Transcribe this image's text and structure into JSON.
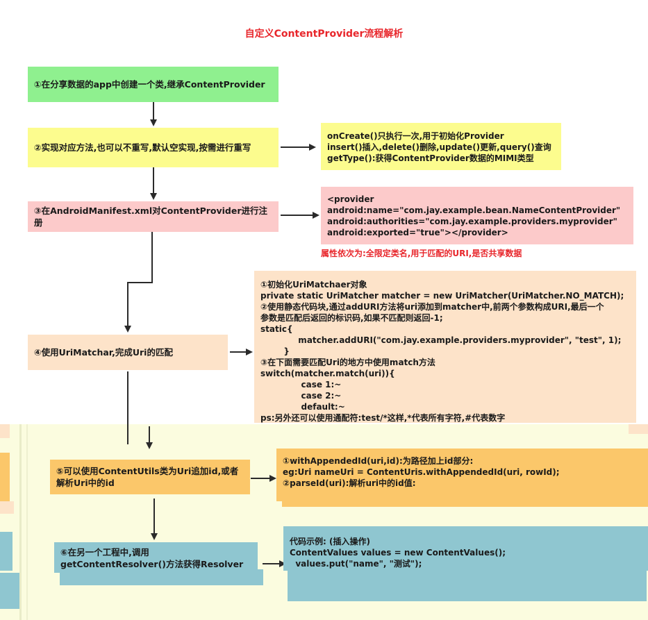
{
  "title": "自定义ContentProvider流程解析",
  "steps": [
    {
      "label": "①在分享数据的app中创建一个类,继承ContentProvider"
    },
    {
      "label": "②实现对应方法,也可以不重写,默认空实现,按需进行重写"
    },
    {
      "label": "③在AndroidManifest.xml对ContentProvider进行注册"
    },
    {
      "label": "④使用UriMatchar,完成Uri的匹配"
    },
    {
      "label": "⑤可以使用ContentUtils类为Uri追加id,或者解析Uri中的id"
    },
    {
      "label": "⑥在另一个工程中,调用getContentResolver()方法获得Resolver对象,再调用对应的操作方法,即可"
    }
  ],
  "notes": {
    "methods": "onCreate()只执行一次,用于初始化Provider\ninsert()插入,delete()删除,update()更新,query()查询\ngetType():获得ContentProvider数据的MIMI类型",
    "manifest": "<provider\nandroid:name=\"com.jay.example.bean.NameContentProvider\"\nandroid:authorities=\"com.jay.example.providers.myprovider\"\nandroid:exported=\"true\"></provider>",
    "manifest_caption": "属性依次为:全限定类名,用于匹配的URI,是否共享数据",
    "urimatcher": "①初始化UriMatchaer对象\nprivate static UriMatcher matcher = new UriMatcher(UriMatcher.NO_MATCH);\n②使用静态代码块,通过addURI方法将uri添加到matcher中,前两个参数构成URI,最后一个\n参数是匹配后返回的标识码,如果不匹配则返回-1;\nstatic{\n             matcher.addURI(\"com.jay.example.providers.myprovider\", \"test\", 1);\n        }\n③在下面需要匹配Uri的地方中使用match方法\nswitch(matcher.match(uri)){\n              case 1:~\n              case 2:~\n              default:~\nps:另外还可以使用通配符:test/*这样,*代表所有字符,#代表数字",
    "contenturis": "①withAppendedId(uri,id):为路径加上id部分:\neg:Uri nameUri = ContentUris.withAppendedId(uri, rowId);\n②parseId(uri):解析uri中的id值:\nlong nameId = ContentUris.parseId(uri);",
    "resolver": "代码示例: (插入操作)\nContentValues values = new ContentValues();\n  values.put(\"name\", \"测试\");\n   Uri uri = Uri.parse(\"content://com.jay.example.providers.myprovider/test\");\n  resolver.insert(uri, values);"
  },
  "colors": {
    "title": "#e8262b",
    "green": "#8ff08f",
    "yellow": "#fcfc8e",
    "pink": "#fccaca",
    "peach": "#fde3c9",
    "orange": "#fbc76a",
    "teal": "#8fc6d0",
    "overlay": "#fbfcdf"
  }
}
